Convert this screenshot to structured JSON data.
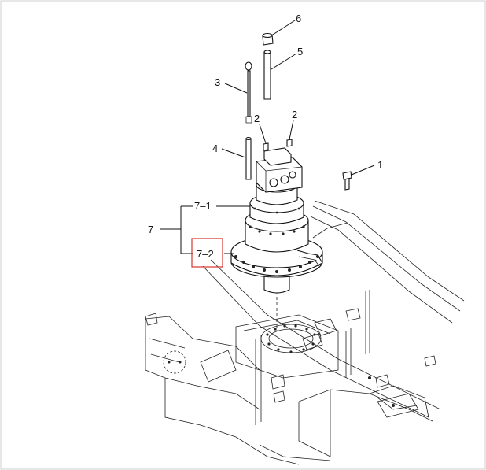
{
  "callouts": {
    "c1": "1",
    "c2a": "2",
    "c2b": "2",
    "c3": "3",
    "c4": "4",
    "c5": "5",
    "c6": "6",
    "c7": "7",
    "c7_1": "7–1",
    "c7_2": "7–2"
  },
  "colors": {
    "highlight": "#d9342b",
    "line": "#111111"
  }
}
